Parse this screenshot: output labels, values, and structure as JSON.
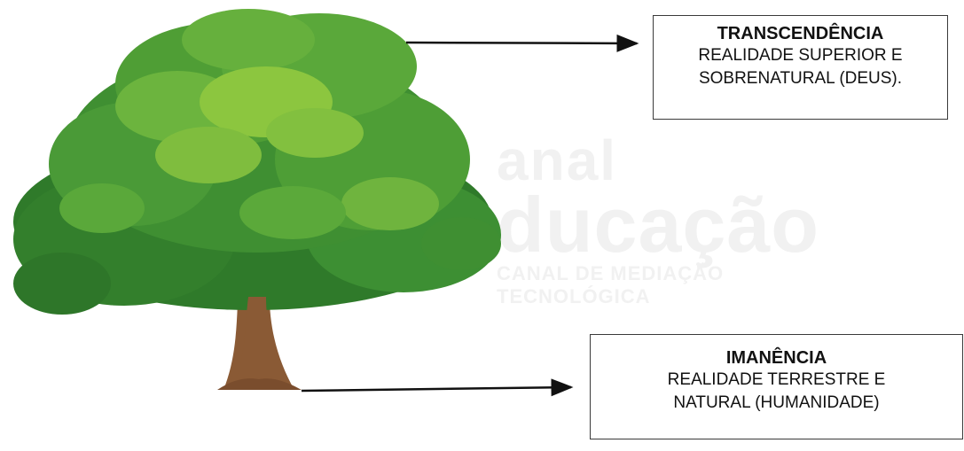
{
  "diagram": {
    "transcendence": {
      "title": "TRANSCENDÊNCIA",
      "line1": "REALIDADE SUPERIOR E",
      "line2": "SOBRENATURAL (DEUS)."
    },
    "immanence": {
      "title": "IMANÊNCIA",
      "line1": "REALIDADE TERRESTRE E",
      "line2": "NATURAL (HUMANIDADE)"
    }
  },
  "watermark": {
    "line1": "anal",
    "line2": "ducação",
    "line3": "CANAL DE MEDIAÇÃO TECNOLÓGICA"
  },
  "colors": {
    "foliage_dark": "#2f7a2a",
    "foliage_mid": "#4f9e35",
    "foliage_light": "#8cc63f",
    "trunk": "#8a5a35",
    "arrow": "#111111",
    "watermark": "#f1f1f1"
  }
}
